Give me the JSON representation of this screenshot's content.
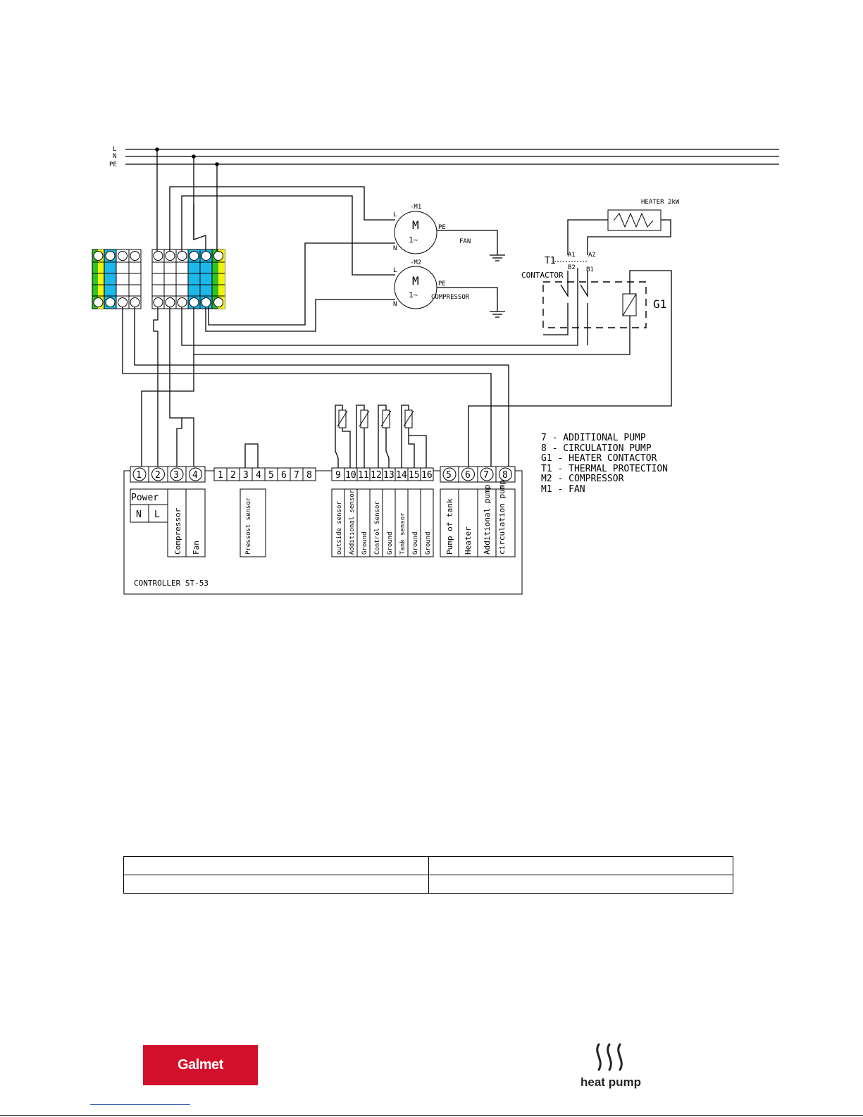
{
  "bus": {
    "l": "L",
    "n": "N",
    "pe": "PE"
  },
  "motors": {
    "fan": {
      "id": "-M1",
      "symbol": "M",
      "phase": "1~",
      "l": "L",
      "n": "N",
      "pe": "PE",
      "name": "FAN"
    },
    "compressor": {
      "id": "-M2",
      "symbol": "M",
      "phase": "1~",
      "l": "L",
      "n": "N",
      "pe": "PE",
      "name": "COMPRESSOR"
    }
  },
  "heater": {
    "label": "HEATER 2kW"
  },
  "contactor": {
    "t1": "T1",
    "label": "CONTACTOR",
    "a1": "A1",
    "a2": "A2",
    "b1": "B1",
    "b2": "B2",
    "g1": "G1"
  },
  "legend": [
    "7 - ADDITIONAL PUMP",
    "8 - CIRCULATION PUMP",
    "G1 - HEATER CONTACTOR",
    "T1 - THERMAL PROTECTION",
    "M2 - COMPRESSOR",
    "M1 - FAN"
  ],
  "controller": {
    "title": "CONTROLLER ST-53",
    "power_terminals": [
      "1",
      "2",
      "3",
      "4"
    ],
    "power_label": "Power",
    "power_n": "N",
    "power_l": "L",
    "compressor_label": "Compressor",
    "fan_label": "Fan",
    "sensor_terminals_a": [
      "1",
      "2",
      "3",
      "4",
      "5",
      "6",
      "7",
      "8"
    ],
    "pressostat_label": "Pressost sensor",
    "sensor_terminals_b": [
      "9",
      "10",
      "11",
      "12",
      "13",
      "14",
      "15",
      "16"
    ],
    "sensor_labels": [
      "outside sensor",
      "Additional sensor",
      "Ground",
      "Control Sensor",
      "Ground",
      "Tank sensor",
      "Ground",
      "Ground"
    ],
    "output_terminals": [
      "5",
      "6",
      "7",
      "8"
    ],
    "output_labels": [
      "Pump of tank",
      "Heater",
      "Additional pump",
      "circulation pump"
    ]
  },
  "logos": {
    "galmet": "Galmet",
    "heatpump": "heat pump"
  },
  "colors": {
    "terminal_green": "#2fc41f",
    "terminal_yellow": "#f3f30a",
    "terminal_blue": "#1cb8ea",
    "galmet_red": "#d2102b"
  }
}
